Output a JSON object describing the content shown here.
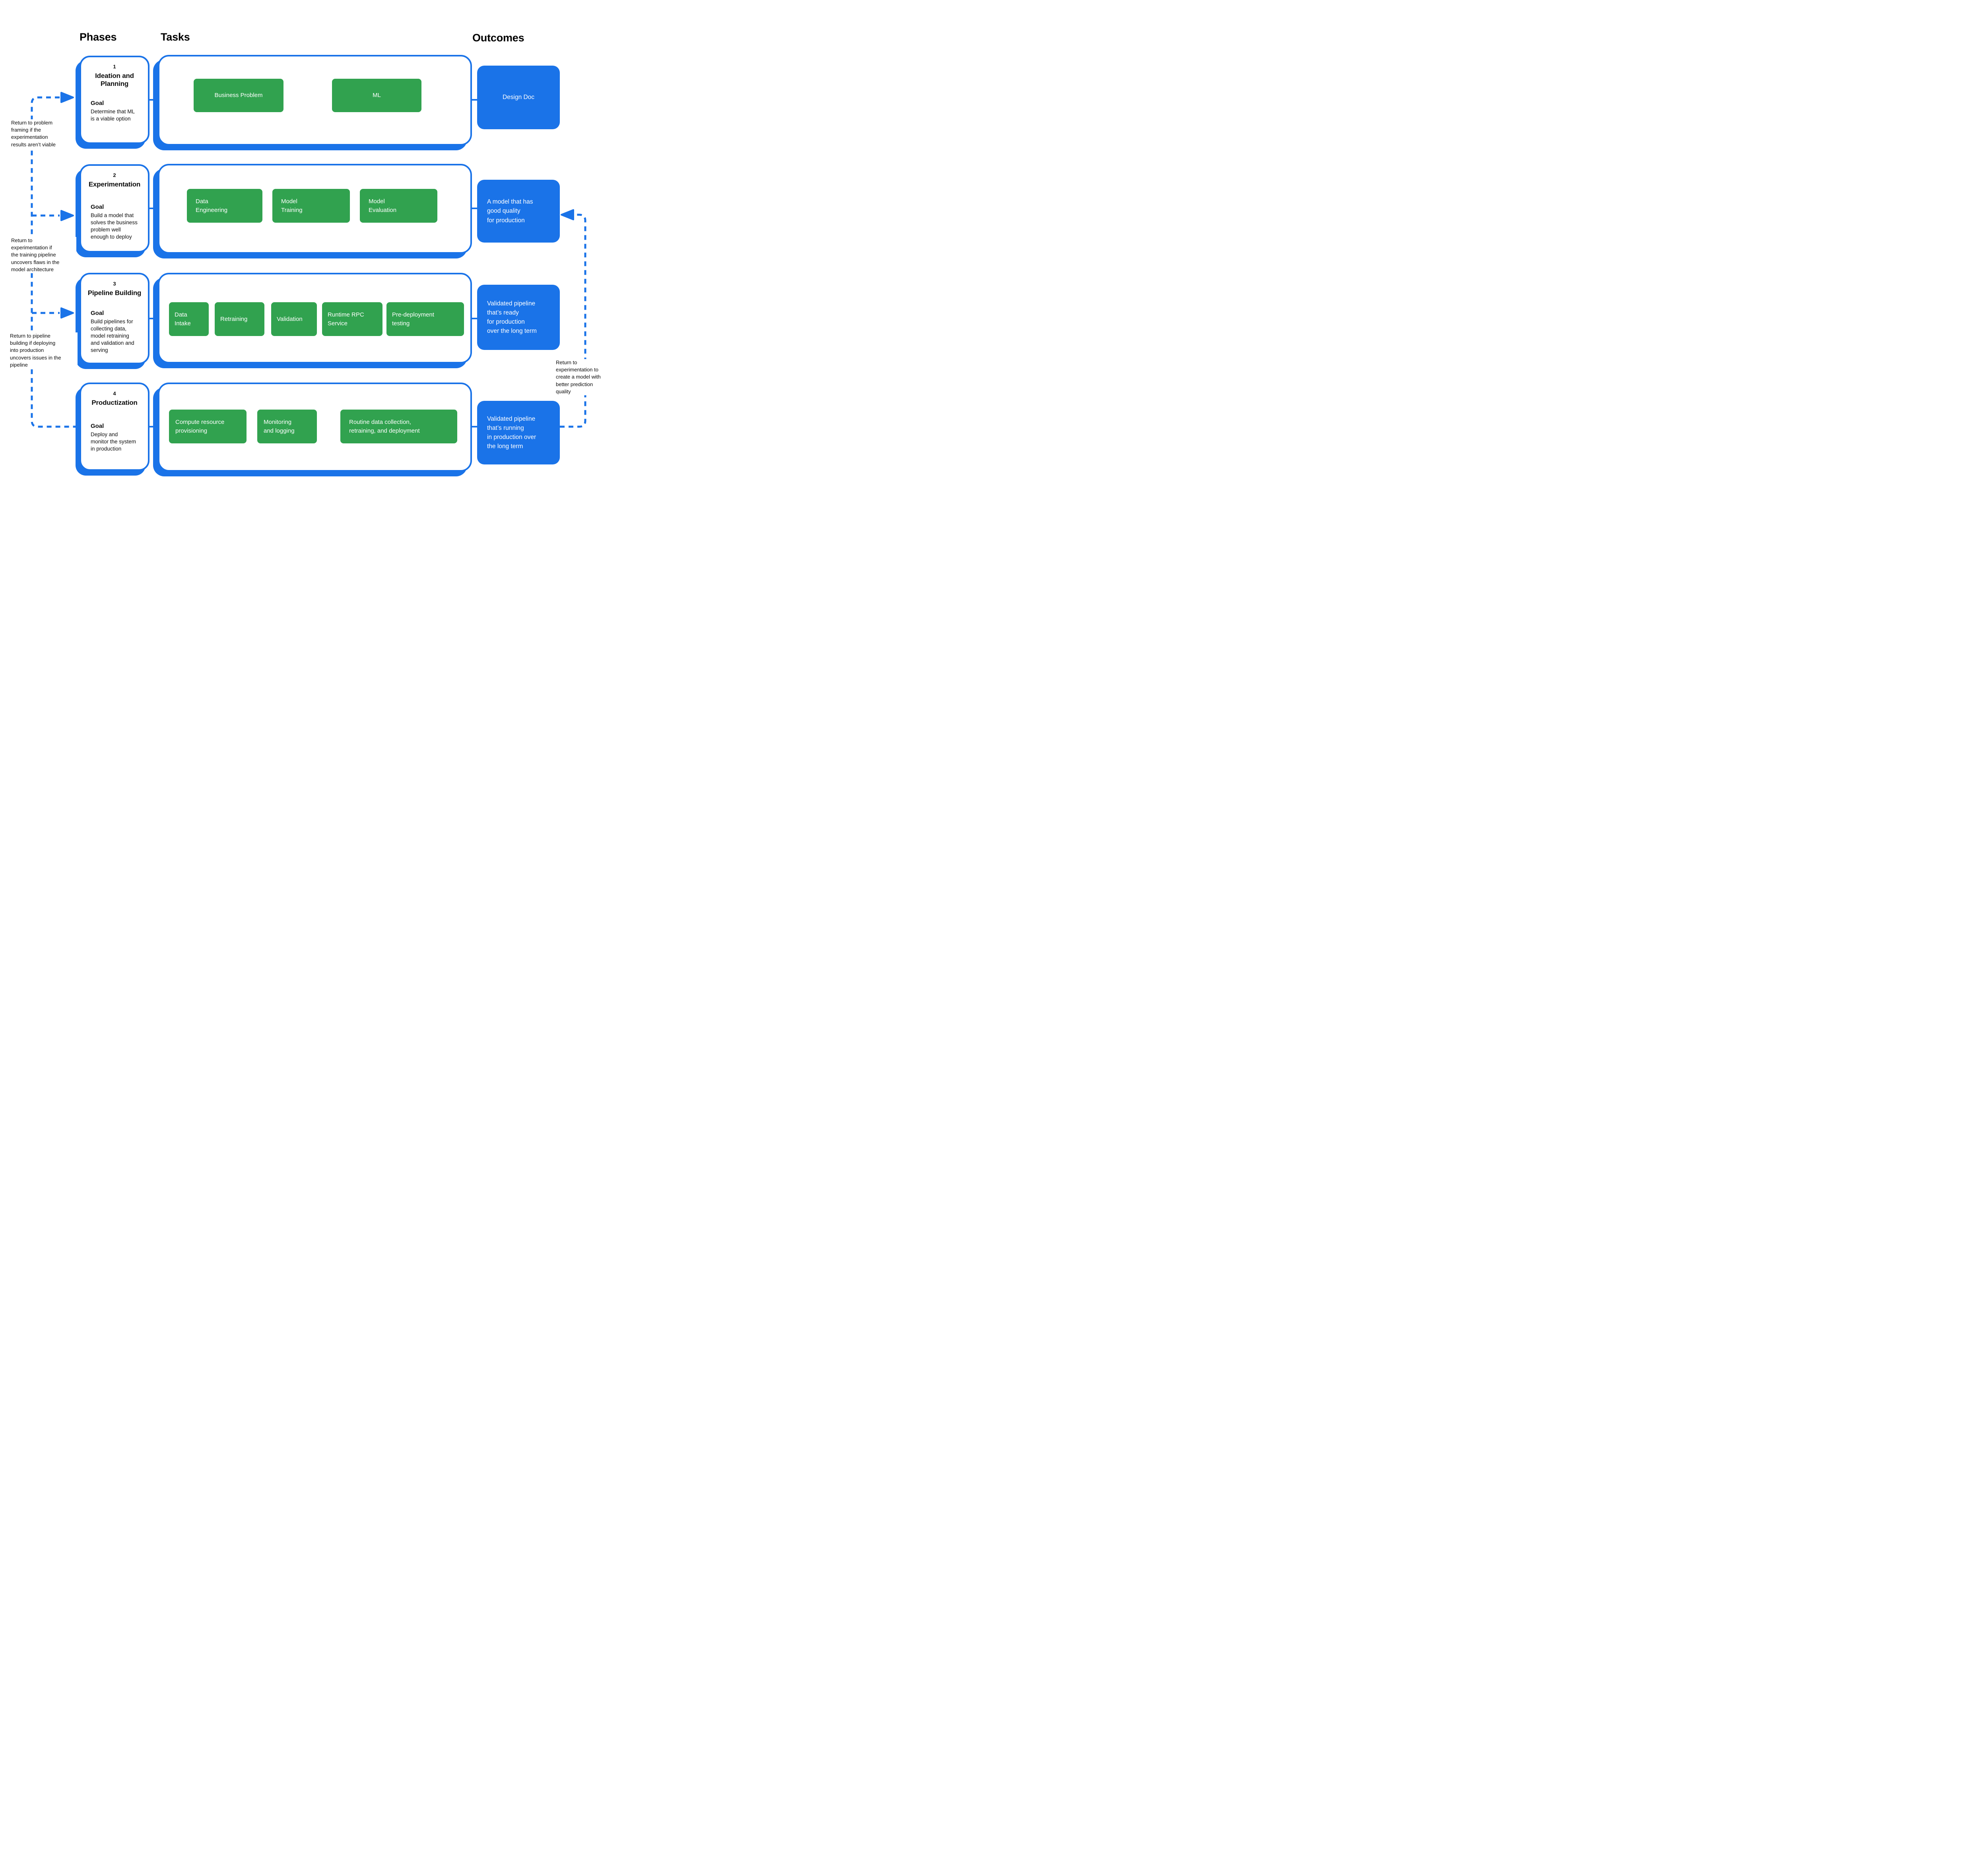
{
  "colors": {
    "blue": "#1A73E8",
    "green": "#31A24F"
  },
  "headers": {
    "phases": "Phases",
    "tasks": "Tasks",
    "outcomes": "Outcomes"
  },
  "rows": [
    {
      "phase": {
        "number": "1",
        "title": "Ideation and Planning",
        "goal_label": "Goal",
        "goal": "Determine that ML\nis a viable option"
      },
      "tasks": [
        {
          "label": "Business Problem"
        },
        {
          "label": "ML"
        }
      ],
      "outcome": "Design Doc"
    },
    {
      "phase": {
        "number": "2",
        "title": "Experimentation",
        "goal_label": "Goal",
        "goal": "Build a model that\nsolves the business\nproblem well\nenough to deploy"
      },
      "tasks": [
        {
          "label": "Data\nEngineering"
        },
        {
          "label": "Model\nTraining"
        },
        {
          "label": "Model\nEvaluation"
        }
      ],
      "outcome": "A model that has\ngood quality\nfor production"
    },
    {
      "phase": {
        "number": "3",
        "title": "Pipeline Building",
        "goal_label": "Goal",
        "goal": "Build pipelines for\ncollecting data,\nmodel retraining\nand validation and\nserving"
      },
      "tasks": [
        {
          "label": "Data\nIntake"
        },
        {
          "label": "Retraining"
        },
        {
          "label": "Validation"
        },
        {
          "label": "Runtime RPC\nService"
        },
        {
          "label": "Pre-deployment\ntesting"
        }
      ],
      "outcome": "Validated pipeline\nthat’s ready\nfor production\nover the long term"
    },
    {
      "phase": {
        "number": "4",
        "title": "Productization",
        "goal_label": "Goal",
        "goal": "Deploy and\nmonitor the system\nin production"
      },
      "tasks": [
        {
          "label": "Compute resource\nprovisioning"
        },
        {
          "label": "Monitoring\nand logging"
        },
        {
          "label": "Routine data collection,\nretraining, and deployment"
        }
      ],
      "outcome": "Validated pipeline\nthat’s running\nin production over\nthe long term"
    }
  ],
  "annotations": {
    "left1": "Return to problem\nframing if the\nexperimentation\nresults aren’t viable",
    "left2": "Return to\nexperimentation if\nthe training pipeline\nuncovers flaws in the\nmodel architecture",
    "left3": "Return to pipeline\nbuilding if deploying\ninto production\nuncovers issues in the\npipeline",
    "right": "Return to\nexperimentation to\ncreate a model with\nbetter prediction\nquality"
  }
}
